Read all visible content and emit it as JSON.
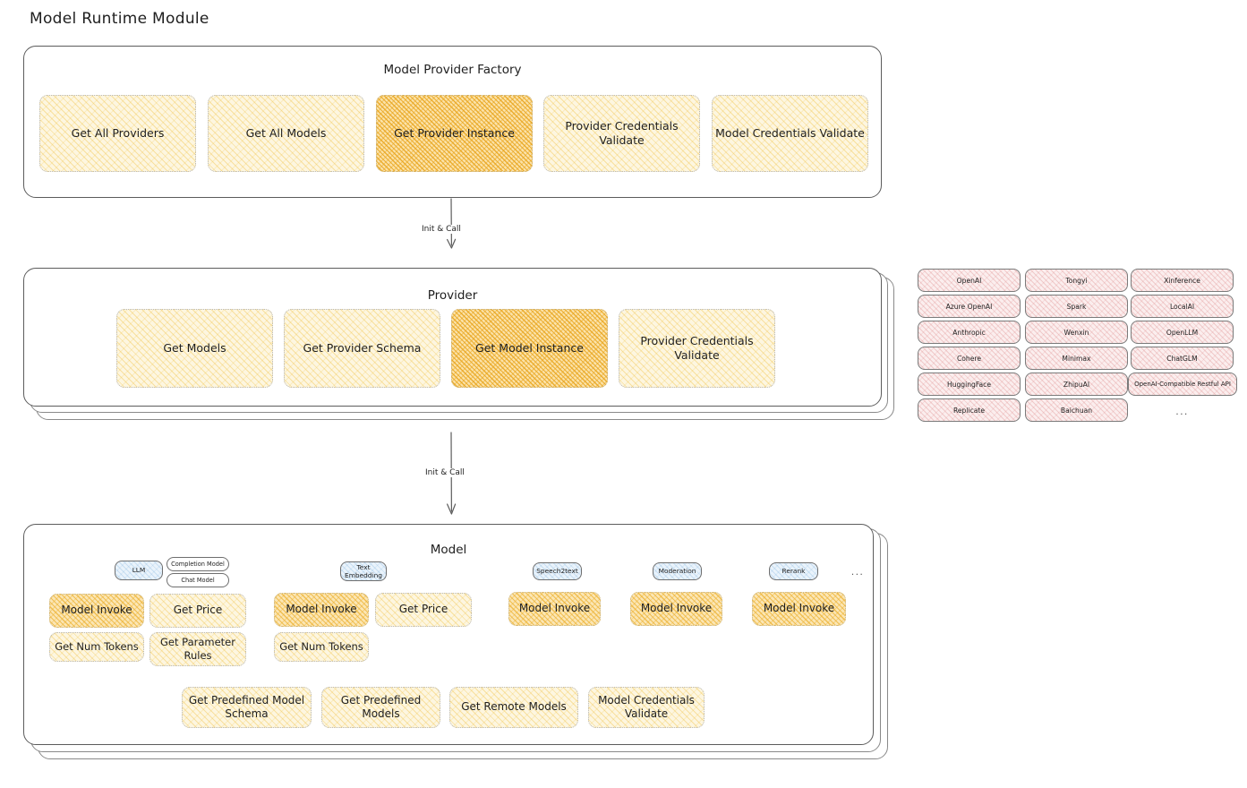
{
  "page": {
    "title": "Model Runtime Module"
  },
  "factory": {
    "title": "Model Provider Factory",
    "methods": [
      {
        "label": "Get All Providers",
        "highlight": false
      },
      {
        "label": "Get All Models",
        "highlight": false
      },
      {
        "label": "Get Provider Instance",
        "highlight": true
      },
      {
        "label": "Provider Credentials Validate",
        "highlight": false
      },
      {
        "label": "Model Credentials Validate",
        "highlight": false
      }
    ]
  },
  "arrows": [
    {
      "label": "Init & Call"
    },
    {
      "label": "Init & Call"
    }
  ],
  "provider": {
    "title": "Provider",
    "methods": [
      {
        "label": "Get Models",
        "highlight": false
      },
      {
        "label": "Get Provider Schema",
        "highlight": false
      },
      {
        "label": "Get Model Instance",
        "highlight": true
      },
      {
        "label": "Provider Credentials Validate",
        "highlight": false
      }
    ],
    "tags": {
      "column1": [
        "OpenAI",
        "Azure OpenAI",
        "Anthropic",
        "Cohere",
        "HuggingFace",
        "Replicate"
      ],
      "column2": [
        "Tongyi",
        "Spark",
        "Wenxin",
        "Minimax",
        "ZhipuAI",
        "Baichuan"
      ],
      "column3": [
        "Xinference",
        "LocalAI",
        "OpenLLM",
        "ChatGLM",
        "OpenAI-Compatible Restful API"
      ],
      "more": "..."
    }
  },
  "model": {
    "title": "Model",
    "more": "...",
    "types": [
      {
        "name": "LLM",
        "subtypes": [
          "Completion Model",
          "Chat Model"
        ],
        "methods": [
          {
            "label": "Model Invoke",
            "highlight": true
          },
          {
            "label": "Get Price",
            "highlight": false
          },
          {
            "label": "Get Num Tokens",
            "highlight": false
          },
          {
            "label": "Get Parameter Rules",
            "highlight": false
          }
        ]
      },
      {
        "name": "Text Embedding",
        "subtypes": [],
        "methods": [
          {
            "label": "Model Invoke",
            "highlight": true
          },
          {
            "label": "Get Price",
            "highlight": false
          },
          {
            "label": "Get Num Tokens",
            "highlight": false
          }
        ]
      },
      {
        "name": "Speech2text",
        "subtypes": [],
        "methods": [
          {
            "label": "Model Invoke",
            "highlight": true
          }
        ]
      },
      {
        "name": "Moderation",
        "subtypes": [],
        "methods": [
          {
            "label": "Model Invoke",
            "highlight": true
          }
        ]
      },
      {
        "name": "Rerank",
        "subtypes": [],
        "methods": [
          {
            "label": "Model Invoke",
            "highlight": true
          }
        ]
      }
    ],
    "shared_methods": [
      "Get Predefined Model Schema",
      "Get Predefined Models",
      "Get Remote Models",
      "Model Credentials Validate"
    ]
  },
  "colors": {
    "accent_yellow": "#fbe2a8",
    "light_yellow": "#fdf6e0",
    "pink_tag": "#fbeeee",
    "blue_tag": "#eaf3fb",
    "stroke": "#5c5c5c"
  }
}
